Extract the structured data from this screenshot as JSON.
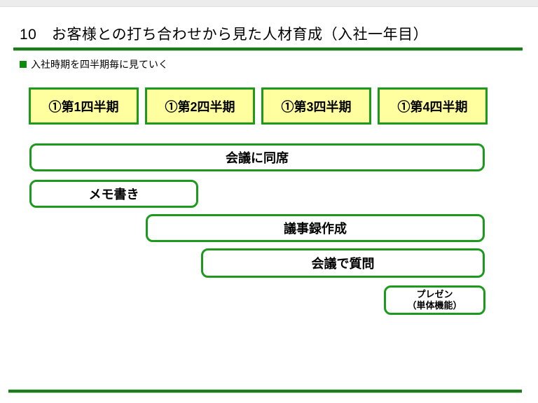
{
  "slide": {
    "title": "10　お客様との打ち合わせから見た人材育成（入社一年目）",
    "bullet_text": "入社時期を四半期毎に見ていく",
    "quarters": [
      {
        "label": "①第1四半期"
      },
      {
        "label": "①第2四半期"
      },
      {
        "label": "①第3四半期"
      },
      {
        "label": "①第4四半期"
      }
    ],
    "activities": [
      {
        "label": "会議に同席"
      },
      {
        "label": "メモ書き"
      },
      {
        "label": "議事録作成"
      },
      {
        "label": "会議で質問"
      },
      {
        "label": "プレゼン",
        "sublabel": "（単体機能）"
      }
    ]
  },
  "colors": {
    "line-green": "#1f7a1f",
    "box-border-green": "#1d9a1d",
    "bullet-green": "#0e8a0e",
    "quarter-fill-yellow": "#ffffa0",
    "top-strip-gray": "#ececec"
  }
}
